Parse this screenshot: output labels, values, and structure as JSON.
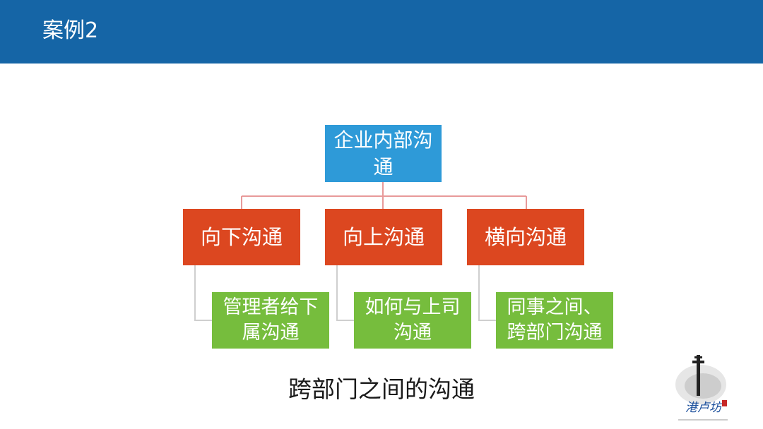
{
  "header": {
    "title": "案例2"
  },
  "org_chart": {
    "root": {
      "label": "企业内部沟通"
    },
    "branches": [
      {
        "label": "向下沟通",
        "detail": "管理者给下属沟通"
      },
      {
        "label": "向上沟通",
        "detail": "如何与上司沟通"
      },
      {
        "label": "横向沟通",
        "detail": "同事之间、跨部门沟通"
      }
    ]
  },
  "subtitle": "跨部门之间的沟通",
  "watermark": {
    "text": "港卢坊"
  },
  "colors": {
    "header": "#1565a6",
    "root": "#2e9ad8",
    "level1": "#dc4720",
    "level2": "#76bd3d",
    "connector": "#e89a9a"
  }
}
